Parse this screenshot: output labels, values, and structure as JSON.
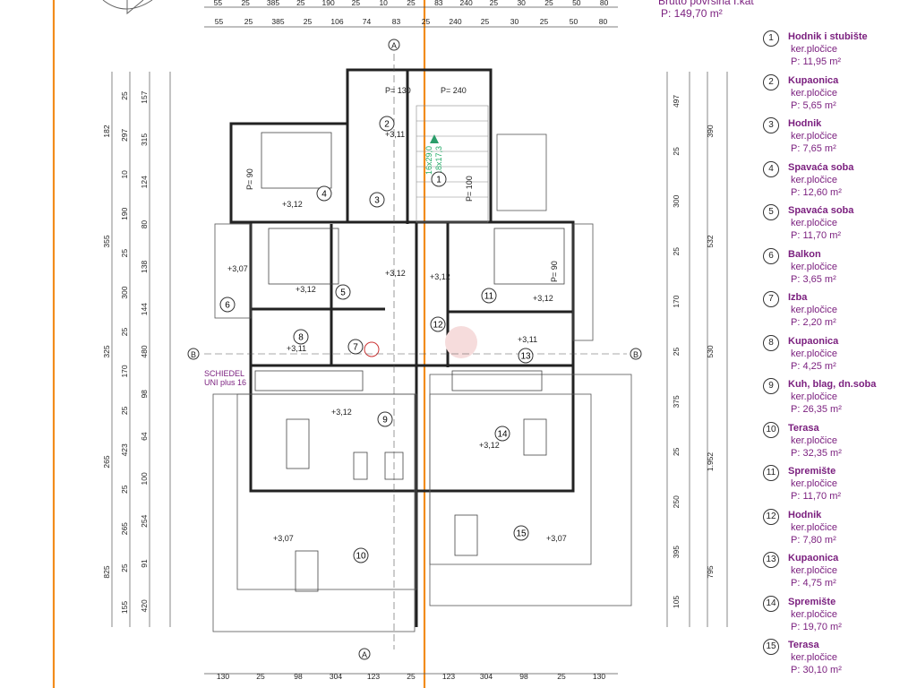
{
  "header": {
    "title": "Brutto površina I.kat",
    "area": "P: 149,70 m²"
  },
  "colors": {
    "accent": "#7a1e7e",
    "axis": "#f28c1c",
    "line": "#333333",
    "red": "#cc3333"
  },
  "legend": [
    {
      "num": "1",
      "name": "Hodnik i stubište",
      "mat": "ker.pločice",
      "area": "P: 11,95 m²"
    },
    {
      "num": "2",
      "name": "Kupaonica",
      "mat": "ker.pločice",
      "area": "P: 5,65 m²"
    },
    {
      "num": "3",
      "name": "Hodnik",
      "mat": "ker.pločice",
      "area": "P: 7,65 m²"
    },
    {
      "num": "4",
      "name": "Spavaća soba",
      "mat": "ker.pločice",
      "area": "P: 12,60 m²"
    },
    {
      "num": "5",
      "name": "Spavaća soba",
      "mat": "ker.pločice",
      "area": "P: 11,70 m²"
    },
    {
      "num": "6",
      "name": "Balkon",
      "mat": "ker.pločice",
      "area": "P: 3,65 m²"
    },
    {
      "num": "7",
      "name": "Izba",
      "mat": "ker.pločice",
      "area": "P: 2,20 m²"
    },
    {
      "num": "8",
      "name": "Kupaonica",
      "mat": "ker.pločice",
      "area": "P: 4,25 m²"
    },
    {
      "num": "9",
      "name": "Kuh, blag, dn.soba",
      "mat": "ker.pločice",
      "area": "P: 26,35 m²"
    },
    {
      "num": "10",
      "name": "Terasa",
      "mat": "ker.pločice",
      "area": "P: 32,35 m²"
    },
    {
      "num": "11",
      "name": "Spremište",
      "mat": "ker.pločice",
      "area": "P: 11,70 m²"
    },
    {
      "num": "12",
      "name": "Hodnik",
      "mat": "ker.pločice",
      "area": "P: 7,80 m²"
    },
    {
      "num": "13",
      "name": "Kupaonica",
      "mat": "ker.pločice",
      "area": "P: 4,75 m²"
    },
    {
      "num": "14",
      "name": "Spremište",
      "mat": "ker.pločice",
      "area": "P: 19,70 m²"
    },
    {
      "num": "15",
      "name": "Terasa",
      "mat": "ker.pločice",
      "area": "P: 30,10 m²"
    }
  ],
  "dims": {
    "top1": [
      "55",
      "25",
      "385",
      "25",
      "190",
      "25",
      "10",
      "25",
      "83",
      "240",
      "25",
      "30",
      "25",
      "50",
      "80"
    ],
    "top2": [
      "55",
      "25",
      "385",
      "25",
      "106",
      "74",
      "83",
      "25",
      "240",
      "25",
      "30",
      "25",
      "50",
      "80"
    ],
    "bottom": [
      "130",
      "25",
      "98",
      "304",
      "123",
      "25",
      "123",
      "304",
      "98",
      "25",
      "130"
    ],
    "left_outer": [
      "182",
      "355",
      "325",
      "265",
      "825"
    ],
    "left_mid": [
      "25",
      "297",
      "10",
      "190",
      "25",
      "300",
      "25",
      "170",
      "25",
      "423",
      "25",
      "265",
      "25",
      "155"
    ],
    "left_inner": [
      "157",
      "315",
      "124",
      "80",
      "138",
      "144",
      "480",
      "98",
      "64",
      "100",
      "254",
      "91",
      "420"
    ],
    "right_outer": [
      "390",
      "532",
      "530",
      "1.952",
      "795"
    ],
    "right_mid": [
      "497",
      "25",
      "300",
      "25",
      "170",
      "25",
      "375",
      "25",
      "250",
      "395",
      "105"
    ],
    "total": "1.952"
  },
  "section_marks": {
    "a": "A",
    "b": "B"
  },
  "labels": {
    "p130": "P= 130",
    "p240": "P= 240",
    "p90": "P= 90",
    "p100": "P= 100",
    "l_312": "+3,12",
    "l_311": "+3,11",
    "l_307": "+3,07",
    "chimney": "SCHIEDEL",
    "chimney_type": "UNI plus 16",
    "stair": "16x29,0",
    "stair2": "18x17,3"
  }
}
